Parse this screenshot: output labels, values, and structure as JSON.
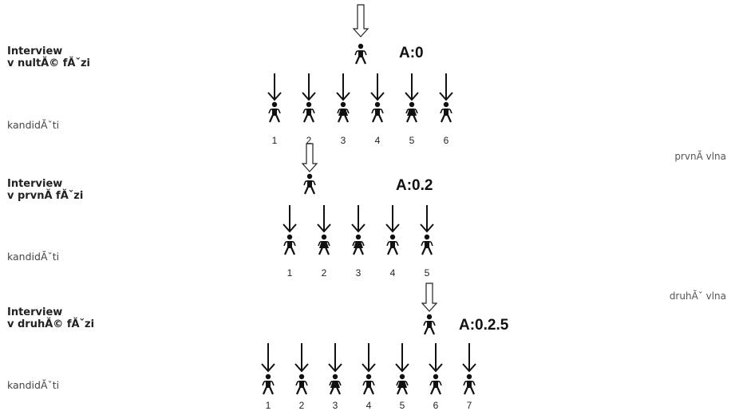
{
  "phases": [
    {
      "title_line1": "Interview",
      "title_line2": "v nultĂ© fĂˇzi",
      "code": "A:0",
      "candidates_label": "kandidĂˇti",
      "candidates": [
        "1",
        "2",
        "3",
        "4",
        "5",
        "6"
      ]
    },
    {
      "title_line1": "Interview",
      "title_line2": "v prvnĂ­ fĂˇzi",
      "code": "A:0.2",
      "candidates_label": "kandidĂˇti",
      "candidates": [
        "1",
        "2",
        "3",
        "4",
        "5"
      ]
    },
    {
      "title_line1": "Interview",
      "title_line2": "v druhĂ© fĂˇzi",
      "code": "A:0.2.5",
      "candidates_label": "kandidĂˇti",
      "candidates": [
        "1",
        "2",
        "3",
        "4",
        "5",
        "6",
        "7"
      ]
    }
  ],
  "waves": [
    "prvnĂ­ vlna",
    "druhĂˇ vlna"
  ]
}
